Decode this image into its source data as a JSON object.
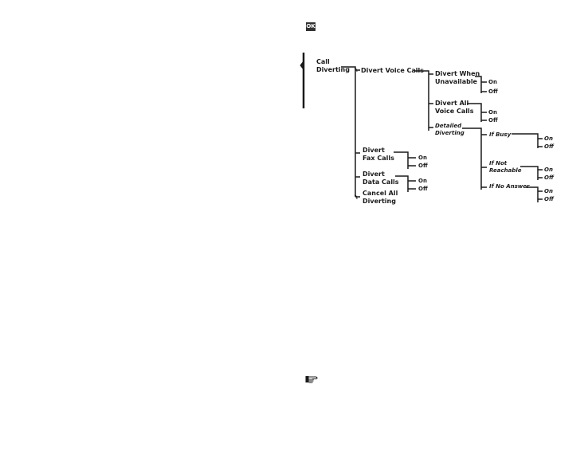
{
  "ok_badge": "OK",
  "tree": {
    "call_diverting": "Call\nDiverting",
    "divert_voice_calls": "Divert Voice Calls",
    "divert_when_unavailable": "Divert When\nUnavailable",
    "divert_all_voice_calls": "Divert All\nVoice Calls",
    "detailed_diverting": "Detailed\nDiverting",
    "if_busy": "If Busy",
    "if_not_reachable": "If Not\nReachable",
    "if_no_answer": "If No Answer",
    "divert_fax_calls": "Divert\nFax Calls",
    "divert_data_calls": "Divert\nData Calls",
    "cancel_all_diverting": "Cancel All\nDiverting",
    "on": "On",
    "off": "Off"
  },
  "note_icon": "pointing-hand-note-icon"
}
